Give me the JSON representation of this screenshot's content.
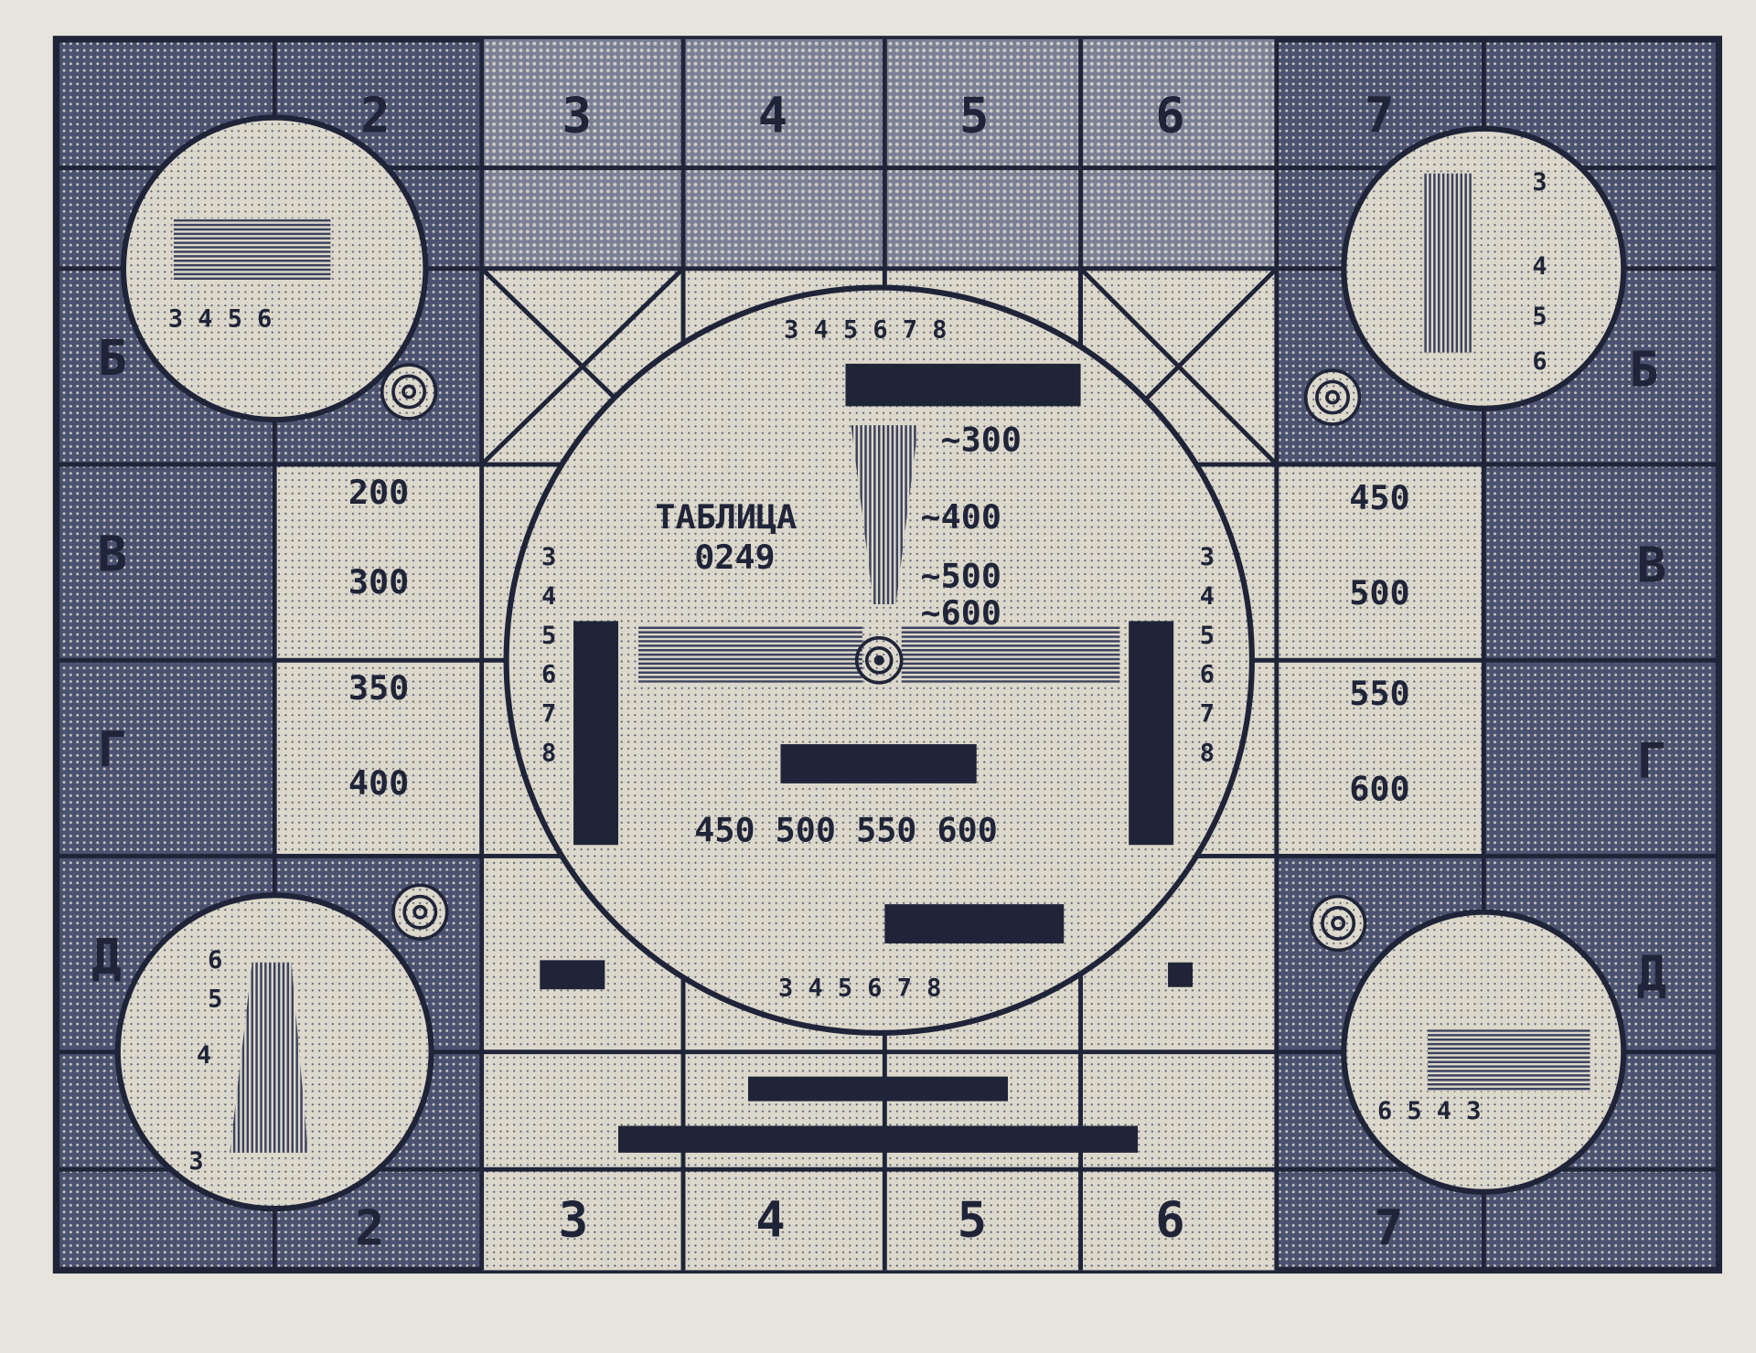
{
  "colors": {
    "ink": "#1f2438",
    "dark": "#4b5270",
    "medium": "#7a7f95",
    "light": "#dcd8cb",
    "paper": "#e6e4dc"
  },
  "top_numbers": [
    "2",
    "3",
    "4",
    "5",
    "6",
    "7"
  ],
  "bottom_numbers": [
    "2",
    "3",
    "4",
    "5",
    "6",
    "7"
  ],
  "left_letters": [
    "Б",
    "В",
    "Г",
    "Д"
  ],
  "right_letters": [
    "Б",
    "В",
    "Г",
    "Д"
  ],
  "left_panel": [
    "200",
    "300",
    "350",
    "400"
  ],
  "right_panel": [
    "450",
    "500",
    "550",
    "600"
  ],
  "center": {
    "title": "ТАБЛИЦА",
    "code": "0249",
    "vertical_marks": [
      "~300",
      "~400",
      "~500",
      "~600"
    ],
    "bottom_marks": "450 500 550 600",
    "top_scale": "3 4 5 6 7 8",
    "bottom_scale": "3 4 5 6 7 8",
    "side_scale": [
      "3",
      "4",
      "5",
      "6",
      "7",
      "8"
    ]
  },
  "corners": {
    "top_left": "3 4 5 6",
    "top_right": [
      "3",
      "4",
      "5",
      "6"
    ],
    "bottom_left": [
      "6",
      "5",
      "4",
      "3"
    ],
    "bottom_right": "6 5 4 3"
  }
}
